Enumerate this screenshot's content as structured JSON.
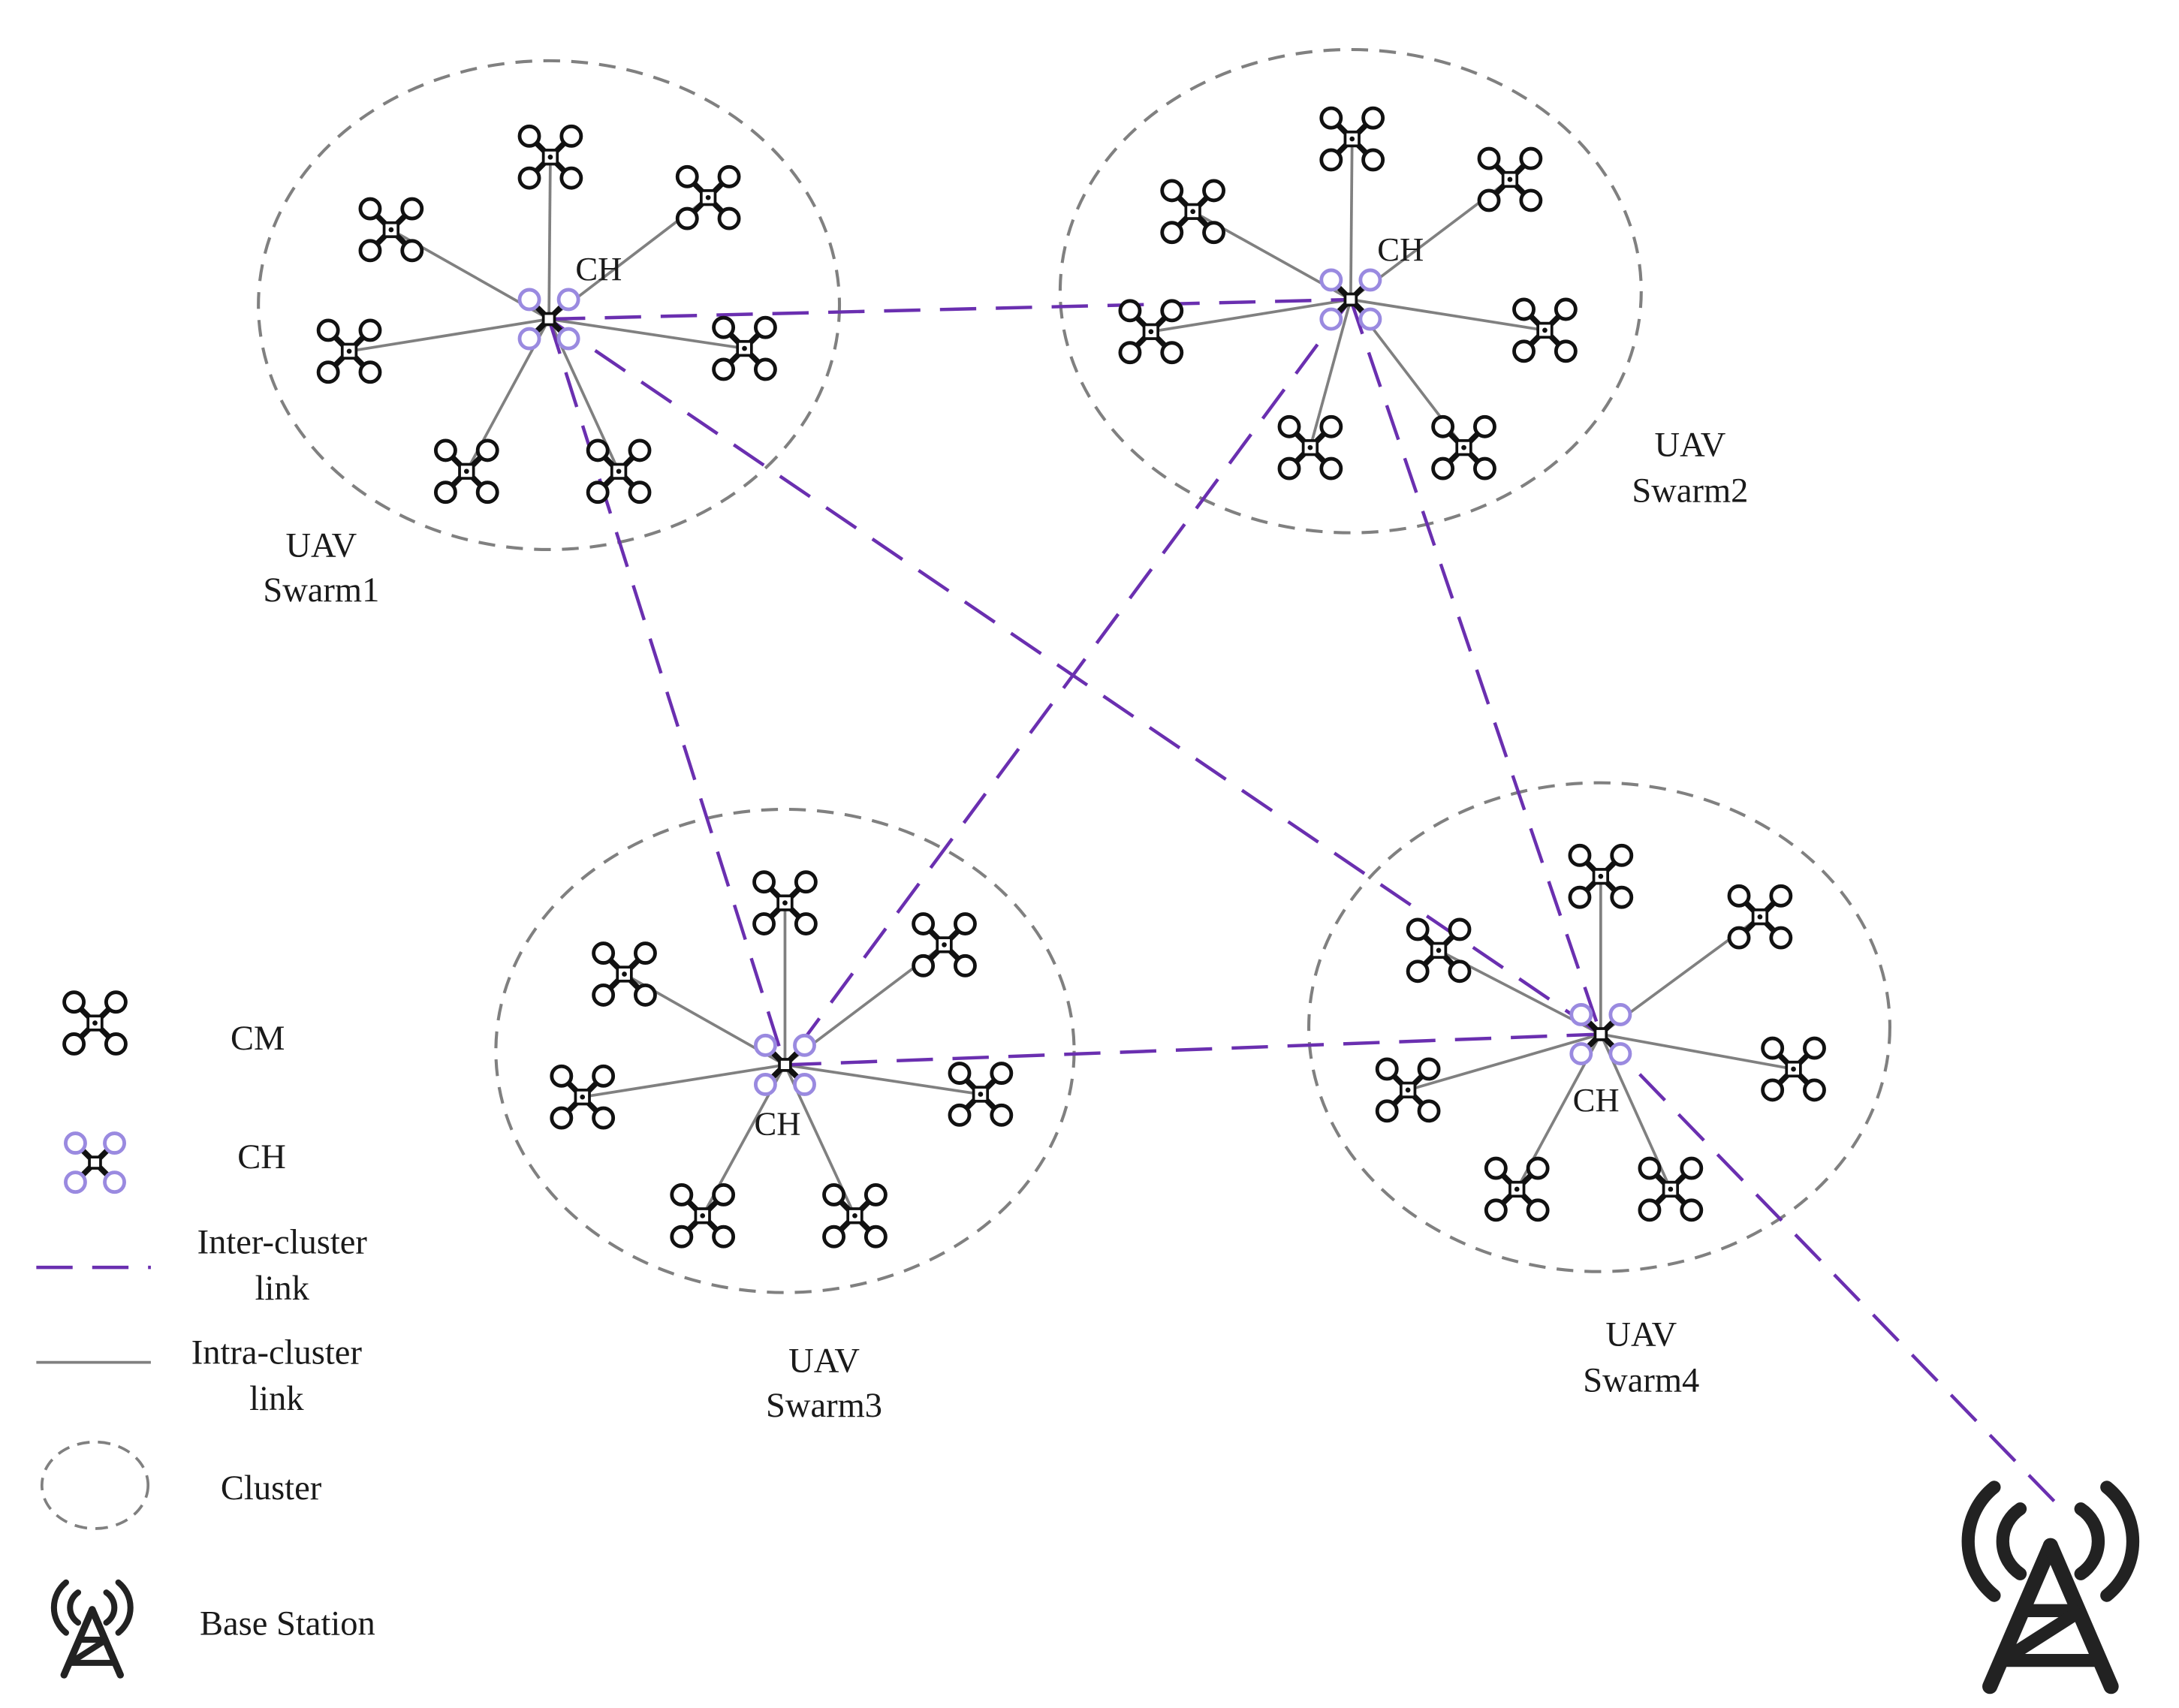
{
  "swarms": [
    {
      "id": "swarm1",
      "label_line1": "UAV",
      "label_line2": "Swarm1",
      "ch_label": "CH"
    },
    {
      "id": "swarm2",
      "label_line1": "UAV",
      "label_line2": "Swarm2",
      "ch_label": "CH"
    },
    {
      "id": "swarm3",
      "label_line1": "UAV",
      "label_line2": "Swarm3",
      "ch_label": "CH"
    },
    {
      "id": "swarm4",
      "label_line1": "UAV",
      "label_line2": "Swarm4",
      "ch_label": "CH"
    }
  ],
  "legend": {
    "cm": "CM",
    "ch": "CH",
    "inter_line1": "Inter-cluster",
    "inter_line2": "link",
    "intra_line1": "Intra-cluster",
    "intra_line2": "link",
    "cluster": "Cluster",
    "base_station": "Base Station"
  },
  "colors": {
    "inter_link": "#6a2fb0",
    "intra_link": "#808080",
    "cluster_border": "#808080",
    "ch_ring": "#9a8ae0",
    "drone": "#111111"
  }
}
